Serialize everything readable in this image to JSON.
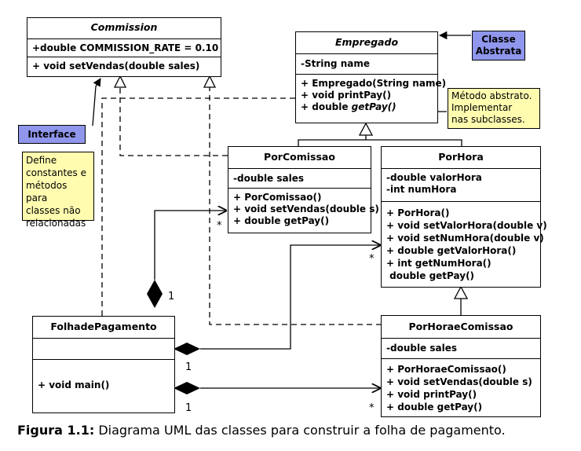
{
  "classes": {
    "commission": {
      "name": "Commission",
      "attributes": [
        "+double COMMISSION_RATE = 0.10"
      ],
      "methods": [
        "+ void setVendas(double sales)"
      ]
    },
    "empregado": {
      "name": "Empregado",
      "attributes": [
        "-String name"
      ],
      "methods": [
        "+ Empregado(String name)",
        "+ void printPay()",
        "+ double ",
        "getPay()"
      ]
    },
    "porcomissao": {
      "name": "PorComissao",
      "attributes": [
        "-double sales"
      ],
      "methods": [
        "+ PorComissao()",
        "+ void setVendas(double s)",
        "+ double getPay()"
      ]
    },
    "porhora": {
      "name": "PorHora",
      "attributes": [
        "-double valorHora",
        "-int numHora"
      ],
      "methods": [
        "+ PorHora()",
        "+ void setValorHora(double v)",
        "+ void setNumHora(double v)",
        "+ double getValorHora()",
        "+ int getNumHora()",
        " double getPay()"
      ]
    },
    "folha": {
      "name": "FolhadePagamento",
      "methods": [
        "+ void main()"
      ]
    },
    "porhoraecomissao": {
      "name": "PorHoraeComissao",
      "attributes": [
        "-double sales"
      ],
      "methods": [
        "+ PorHoraeComissao()",
        "+ void setVendas(double s)",
        "+ void printPay()",
        "+ double getPay()"
      ]
    }
  },
  "labels": {
    "classe_abstrata": [
      "Classe",
      "Abstrata"
    ],
    "interface": "Interface",
    "define_note": [
      "Define",
      "constantes e",
      "métodos para",
      "classes não",
      "relacionadas"
    ],
    "metodo_note": [
      "Método abstrato.",
      "Implementar",
      "nas subclasses."
    ]
  },
  "multiplicities": {
    "one": "1",
    "many": "*"
  },
  "caption": {
    "prefix": "Figura 1.1:",
    "text": " Diagrama UML das classes para construir a folha de pagamento."
  },
  "colors": {
    "tag_blue": "#8f96ec",
    "note_yellow": "#fffcb0"
  }
}
